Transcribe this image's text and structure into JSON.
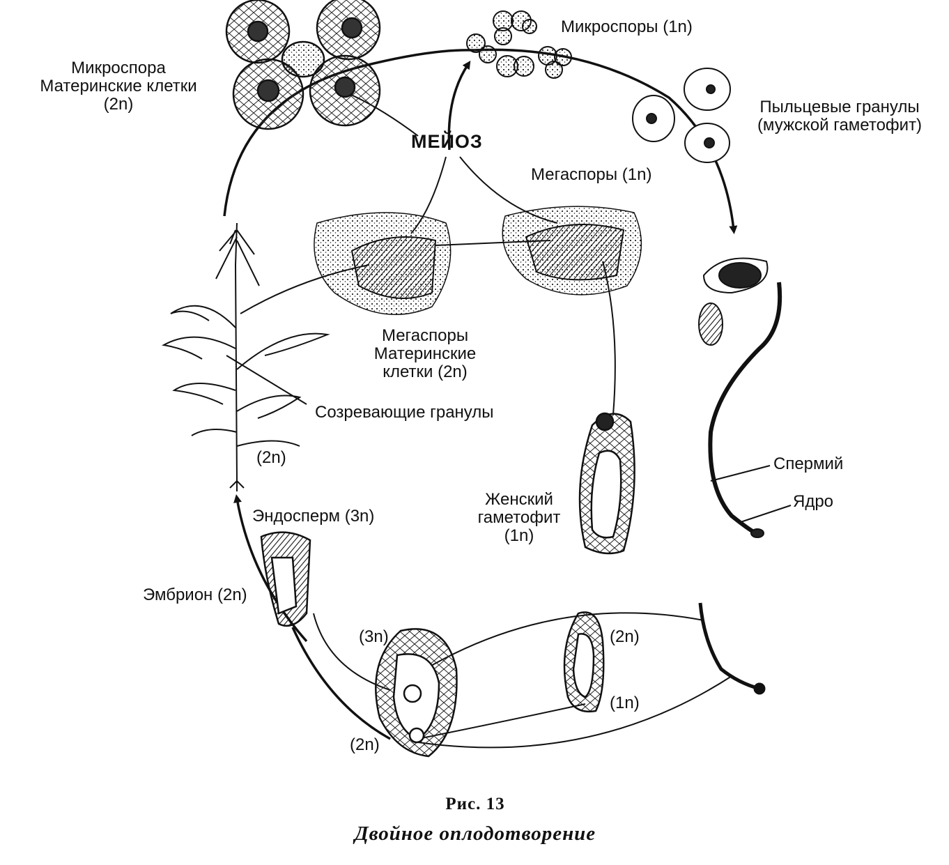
{
  "labels": {
    "microspores": "Микроспоры (1n)",
    "microspore_mother_1": "Микроспора",
    "microspore_mother_2": "Материнские клетки",
    "microspore_mother_3": "(2n)",
    "pollen_1": "Пыльцевые гранулы",
    "pollen_2": "(мужской гаметофит)",
    "meiosis": "МЕЙОЗ",
    "megaspores": "Мегаспоры (1n)",
    "megaspore_mother_1": "Мегаспоры",
    "megaspore_mother_2": "Материнские",
    "megaspore_mother_3": "клетки (2n)",
    "maturing_granules": "Созревающие гранулы",
    "plant_ploidy": "(2n)",
    "sperm": "Спермий",
    "nucleus": "Ядро",
    "female_1": "Женский",
    "female_2": "гаметофит",
    "female_3": "(1n)",
    "endosperm": "Эндосперм (3n)",
    "embryo": "Эмбрион (2n)",
    "ovule_3n": "(3n)",
    "ovule_2n": "(2n)",
    "sac_2n": "(2n)",
    "sac_1n": "(1n)"
  },
  "caption": {
    "figure": "Рис. 13",
    "title": "Двойное оплодотворение"
  }
}
